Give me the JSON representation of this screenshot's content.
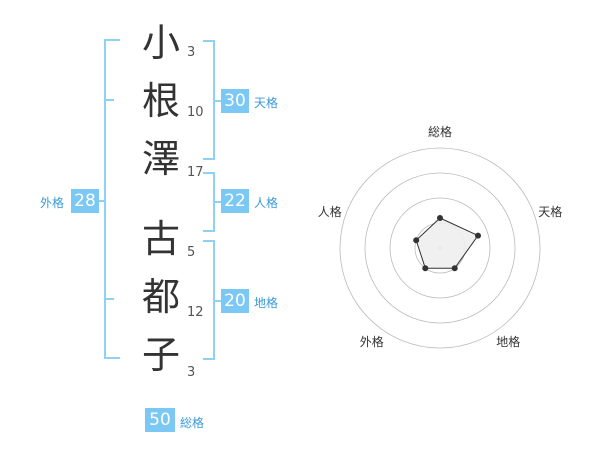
{
  "name": {
    "chars": [
      {
        "char": "小",
        "strokes": "3"
      },
      {
        "char": "根",
        "strokes": "10"
      },
      {
        "char": "澤",
        "strokes": "17"
      },
      {
        "char": "古",
        "strokes": "5"
      },
      {
        "char": "都",
        "strokes": "12"
      },
      {
        "char": "子",
        "strokes": "3"
      }
    ]
  },
  "kakusu": {
    "tenkaku": {
      "value": "30",
      "label": "天格"
    },
    "jinkaku": {
      "value": "22",
      "label": "人格"
    },
    "chikaku": {
      "value": "20",
      "label": "地格"
    },
    "gaikaku": {
      "value": "28",
      "label": "外格"
    },
    "soukaku": {
      "value": "50",
      "label": "総格"
    }
  },
  "chart_data": {
    "type": "radar",
    "axes": [
      "総格",
      "天格",
      "地格",
      "外格",
      "人格"
    ],
    "rings": 4,
    "max": 4,
    "values": [
      1.2,
      1.6,
      1.0,
      1.0,
      1.0
    ],
    "colors": {
      "fill": "#eeeeee",
      "stroke": "#333333",
      "ring": "#bbbbbb",
      "point": "#333333"
    }
  }
}
